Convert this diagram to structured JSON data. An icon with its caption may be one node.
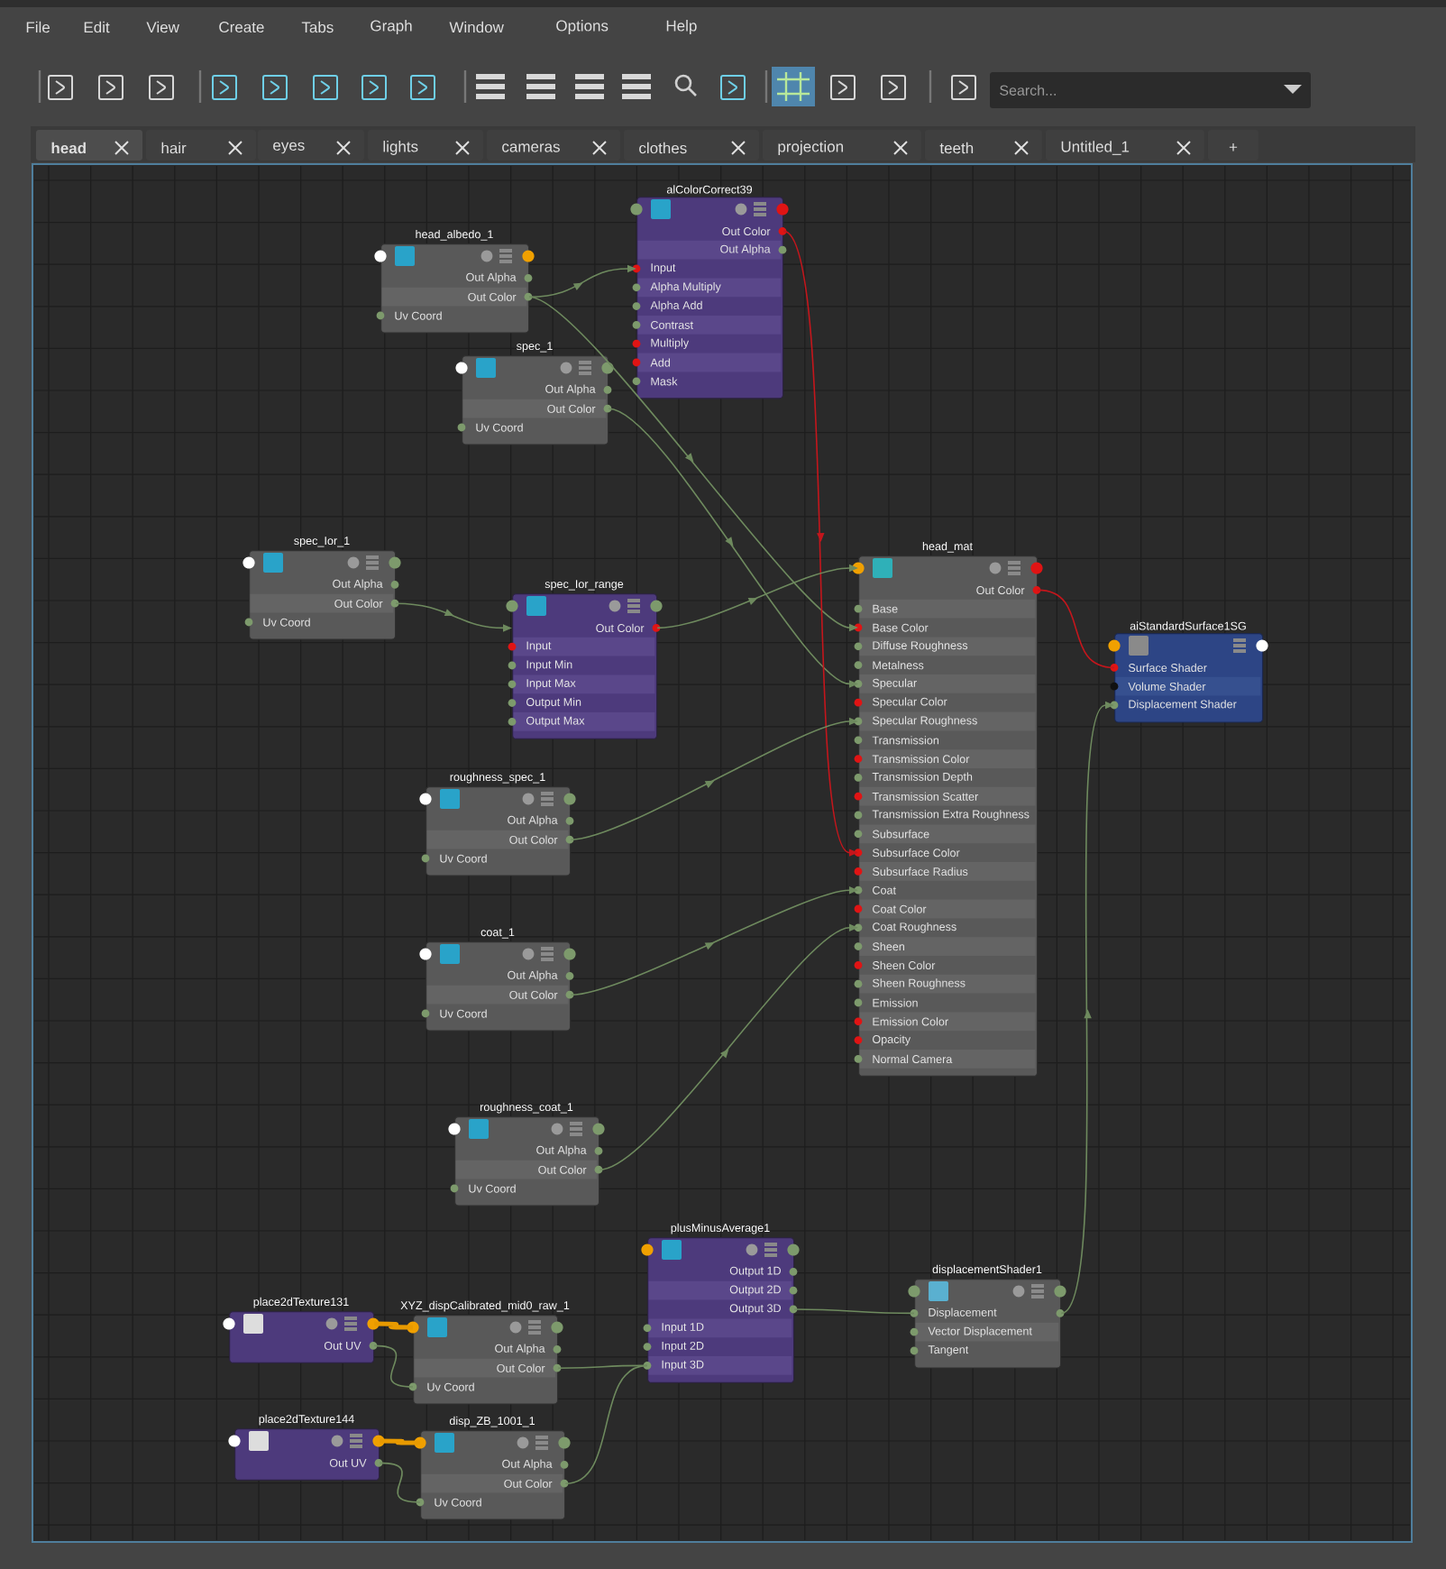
{
  "diagram": {
    "nodes": [
      {
        "text": [
          "head_albedo_1",
          "Out Alpha",
          "Out Color",
          "Uv Coord"
        ]
      },
      {
        "text": [
          "alColorCorrect39",
          "Out Color",
          "Out Alpha",
          "Input",
          "Alpha Multiply",
          "Alpha Add",
          "Contrast",
          "Multiply",
          "Add",
          "Mask"
        ]
      },
      {
        "text": [
          "spec_1",
          "Out Alpha",
          "Out Color",
          "Uv Coord"
        ]
      },
      {
        "text": [
          "spec_Ior_1",
          "Out Alpha",
          "Out Color",
          "Uv Coord"
        ]
      },
      {
        "text": [
          "spec_Ior_range",
          "Out Color",
          "Input",
          "Input Min",
          "Input Max",
          "Output Min",
          "Output Max"
        ]
      },
      {
        "text": [
          "head_mat",
          "Out Color",
          "Base",
          "Base Color",
          "Diffuse Roughness",
          "Metalness",
          "Specular",
          "Specular Color",
          "Specular Roughness",
          "Transmission",
          "Transmission Color",
          "Transmission Depth",
          "Transmission Scatter",
          "Transmission Extra Roughness",
          "Subsurface",
          "Subsurface Color",
          "Subsurface Radius",
          "Coat",
          "Coat Color",
          "Coat Roughness",
          "Sheen",
          "Sheen Color",
          "Sheen Roughness",
          "Emission",
          "Emission Color",
          "Opacity",
          "Normal Camera"
        ]
      },
      {
        "text": [
          "aiStandardSurface1SG",
          "Surface Shader",
          "Volume Shader",
          "Displacement Shader"
        ]
      },
      {
        "text": [
          "roughness_spec_1",
          "Out Alpha",
          "Out Color",
          "Uv Coord"
        ]
      },
      {
        "text": [
          "coat_1",
          "Out Alpha",
          "Out Color",
          "Uv Coord"
        ]
      },
      {
        "text": [
          "roughness_coat_1",
          "Out Alpha",
          "Out Color",
          "Uv Coord"
        ]
      },
      {
        "text": [
          "plusMinusAverage1",
          "Output 1D",
          "Output 2D",
          "Output 3D",
          "Input 1D",
          "Input 2D",
          "Input 3D"
        ]
      },
      {
        "text": [
          "place2dTexture131",
          "Out UV"
        ]
      },
      {
        "text": [
          "XYZ_dispCalibrated_mid0_raw_1",
          "Out Alpha",
          "Out Color",
          "Uv Coord"
        ]
      },
      {
        "text": [
          "displacementShader1",
          "Displacement",
          "Vector Displacement",
          "Tangent"
        ]
      },
      {
        "text": [
          "place2dTexture144",
          "Out UV"
        ]
      },
      {
        "text": [
          "disp_ZB_1001_1",
          "Out Alpha",
          "Out Color",
          "Uv Coord"
        ]
      }
    ],
    "edges": [
      {
        "from": 0,
        "to": 1,
        "arrow": "to"
      },
      {
        "from": 0,
        "to": 5,
        "arrow": "to"
      },
      {
        "from": 2,
        "to": 5,
        "arrow": "to"
      },
      {
        "from": 1,
        "to": 5,
        "arrow": "to",
        "color": "#c4161c"
      },
      {
        "from": 3,
        "to": 4,
        "arrow": "to"
      },
      {
        "from": 4,
        "to": 5,
        "arrow": "to"
      },
      {
        "from": 7,
        "to": 5,
        "arrow": "to"
      },
      {
        "from": 8,
        "to": 5,
        "arrow": "to"
      },
      {
        "from": 9,
        "to": 5,
        "arrow": "to"
      },
      {
        "from": 5,
        "to": 6,
        "arrow": "none",
        "color": "#c4161c"
      },
      {
        "from": 13,
        "to": 6,
        "arrow": "to"
      },
      {
        "from": 10,
        "to": 13,
        "arrow": "none"
      },
      {
        "from": 12,
        "to": 10,
        "arrow": "none"
      },
      {
        "from": 15,
        "to": 10,
        "arrow": "none"
      },
      {
        "from": 11,
        "to": 12,
        "arrow": "none",
        "style": "thick",
        "color": "#e89a00"
      },
      {
        "from": 11,
        "to": 12,
        "arrow": "none"
      },
      {
        "from": 14,
        "to": 15,
        "arrow": "none",
        "style": "thick",
        "color": "#e89a00"
      },
      {
        "from": 14,
        "to": 15,
        "arrow": "none"
      }
    ],
    "labels": [
      "File",
      "Edit",
      "View",
      "Create",
      "Tabs",
      "Graph",
      "Window",
      "Options",
      "Help",
      "Search...",
      "head",
      "hair",
      "eyes",
      "lights",
      "cameras",
      "clothes",
      "projection",
      "teeth",
      "Untitled_1",
      "+"
    ]
  }
}
